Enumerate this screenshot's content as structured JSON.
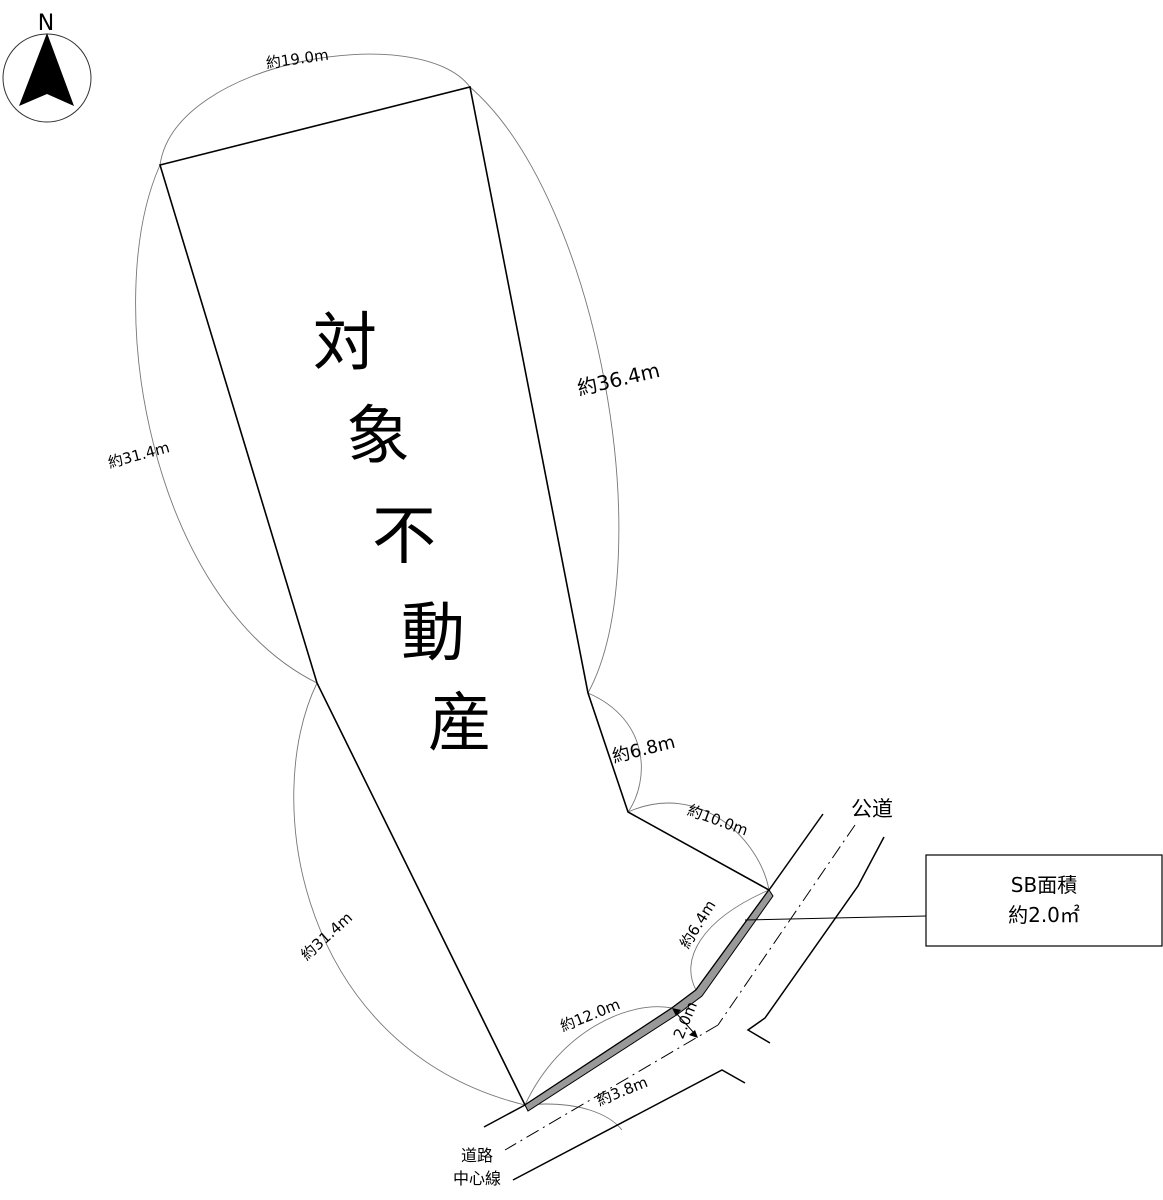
{
  "compass": {
    "north_label": "N"
  },
  "property": {
    "label_chars": [
      "対",
      "象",
      "不",
      "動",
      "産"
    ]
  },
  "dimensions": {
    "top": "約19.0m",
    "right_long": "約36.4m",
    "left_upper": "約31.4m",
    "left_lower": "約31.4m",
    "inner_short": "約6.8m",
    "inner_diag": "約10.0m",
    "setback_short": "約6.4m",
    "bottom_diag": "約12.0m",
    "road_half_width": "約3.8m",
    "setback_width": "2.0m"
  },
  "road": {
    "name": "公道",
    "centerline_line1": "道路",
    "centerline_line2": "中心線"
  },
  "setback_box": {
    "line1": "SB面積",
    "line2": "約2.0㎡"
  }
}
